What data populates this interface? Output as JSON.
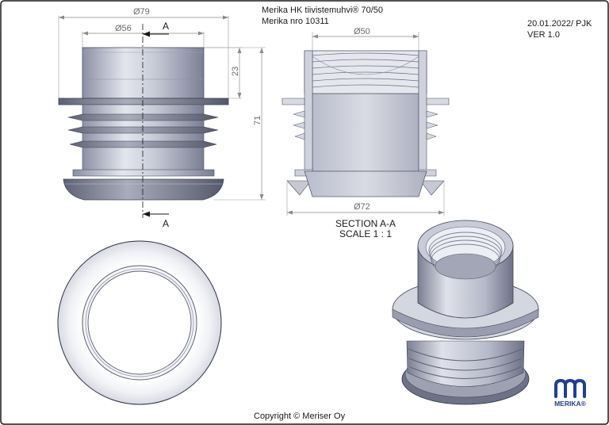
{
  "title_block": {
    "product_name": "Merika HK tiivistemuhvi® 70/50",
    "product_number": "Merika nro  10311",
    "date_author": "20.01.2022/ PJK",
    "version": "VER 1.0"
  },
  "dimensions": {
    "outer_diameter": "Ø79",
    "inner_diameter": "Ø56",
    "top_height": "23",
    "total_height": "71",
    "thread_diameter": "Ø50",
    "bottom_diameter": "Ø72"
  },
  "section": {
    "marker_top": "A",
    "marker_bottom": "A",
    "label": "SECTION A-A",
    "scale": "SCALE 1 : 1"
  },
  "logo": {
    "text": "MERIKA®",
    "icon": "merika-logo-icon",
    "color": "#1f3f96"
  },
  "footer": {
    "copyright": "Copyright © Meriser Oy"
  },
  "colors": {
    "frame": "#1a1a1a",
    "metal_light": "#d6d8e2",
    "metal_dark": "#6f7386",
    "logo": "#1f3f96"
  }
}
